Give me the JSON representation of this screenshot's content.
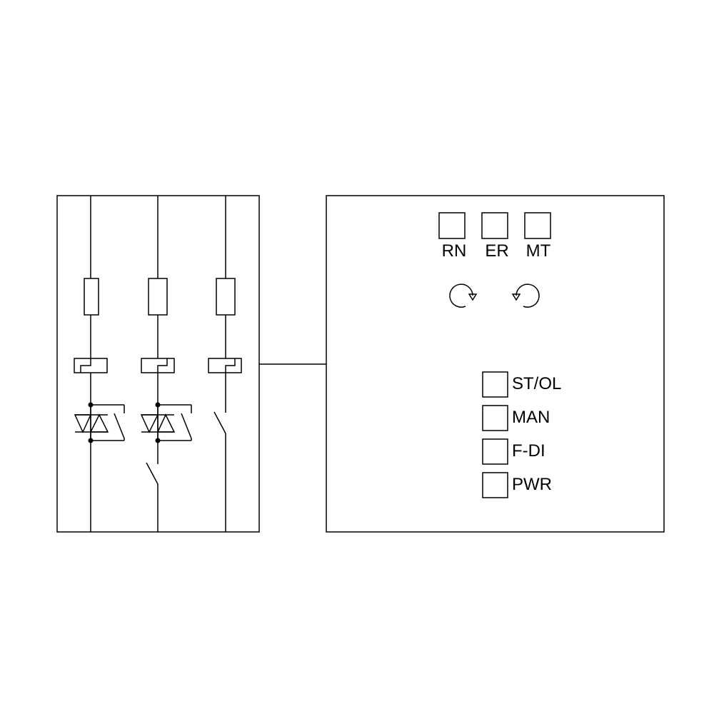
{
  "colors": {
    "line": "#000000",
    "background": "#ffffff"
  },
  "top_leds": [
    {
      "label": "RN"
    },
    {
      "label": "ER"
    },
    {
      "label": "MT"
    }
  ],
  "rotation_icons": [
    "rotate-clockwise-icon",
    "rotate-counterclockwise-icon"
  ],
  "status_leds": [
    {
      "label": "ST/OL"
    },
    {
      "label": "MAN"
    },
    {
      "label": "F-DI"
    },
    {
      "label": "PWR"
    }
  ]
}
